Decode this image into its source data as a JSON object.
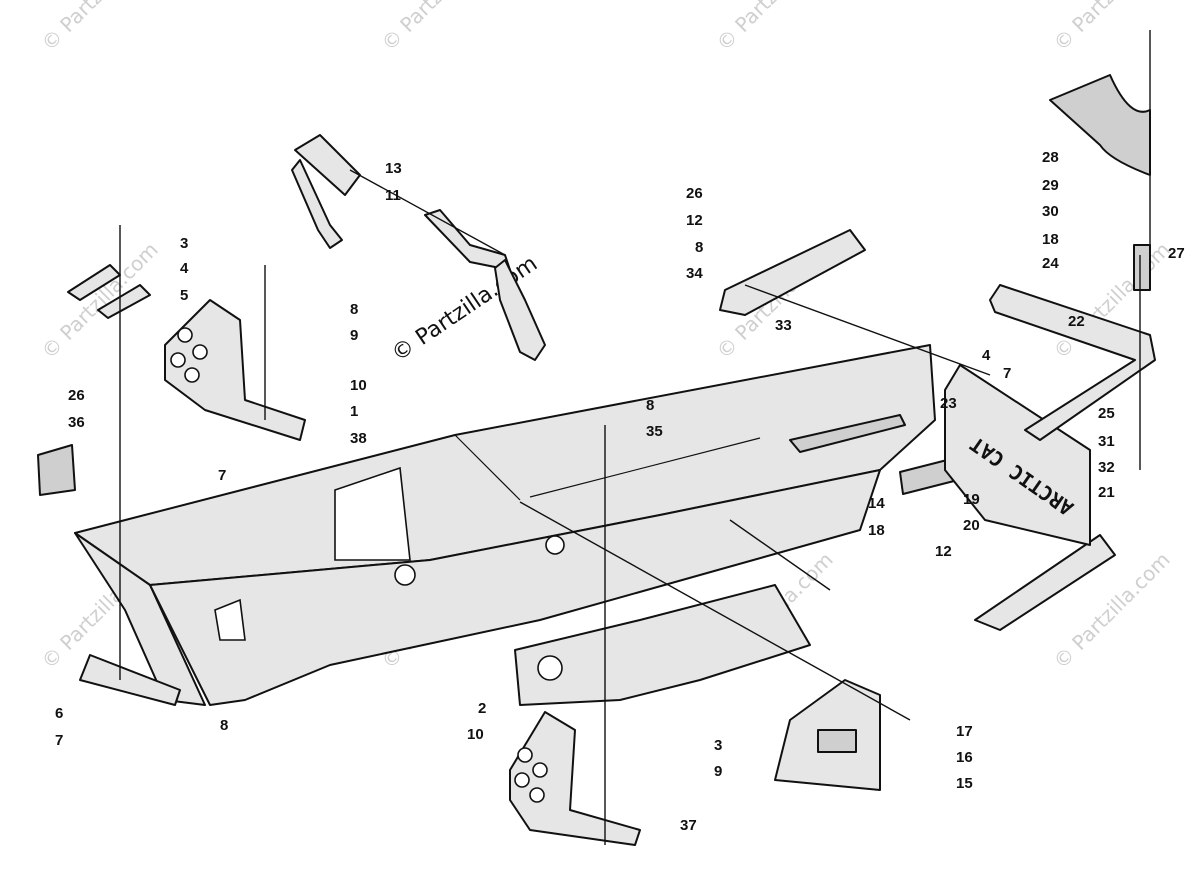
{
  "watermark": {
    "repeat_text": "© Partzilla.com",
    "center_text": "© Partzilla.com"
  },
  "decal_text": "ARCTIC CAT",
  "callouts": [
    {
      "id": "c1",
      "label": "1"
    },
    {
      "id": "c2",
      "label": "2"
    },
    {
      "id": "c3a",
      "label": "3"
    },
    {
      "id": "c3b",
      "label": "3"
    },
    {
      "id": "c4a",
      "label": "4"
    },
    {
      "id": "c4b",
      "label": "4"
    },
    {
      "id": "c5",
      "label": "5"
    },
    {
      "id": "c6",
      "label": "6"
    },
    {
      "id": "c7a",
      "label": "7"
    },
    {
      "id": "c7b",
      "label": "7"
    },
    {
      "id": "c7c",
      "label": "7"
    },
    {
      "id": "c8a",
      "label": "8"
    },
    {
      "id": "c8b",
      "label": "8"
    },
    {
      "id": "c8c",
      "label": "8"
    },
    {
      "id": "c8d",
      "label": "8"
    },
    {
      "id": "c9a",
      "label": "9"
    },
    {
      "id": "c9b",
      "label": "9"
    },
    {
      "id": "c10a",
      "label": "10"
    },
    {
      "id": "c10b",
      "label": "10"
    },
    {
      "id": "c11",
      "label": "11"
    },
    {
      "id": "c12a",
      "label": "12"
    },
    {
      "id": "c12b",
      "label": "12"
    },
    {
      "id": "c13",
      "label": "13"
    },
    {
      "id": "c14",
      "label": "14"
    },
    {
      "id": "c15",
      "label": "15"
    },
    {
      "id": "c16",
      "label": "16"
    },
    {
      "id": "c17",
      "label": "17"
    },
    {
      "id": "c18a",
      "label": "18"
    },
    {
      "id": "c18b",
      "label": "18"
    },
    {
      "id": "c19",
      "label": "19"
    },
    {
      "id": "c20",
      "label": "20"
    },
    {
      "id": "c21",
      "label": "21"
    },
    {
      "id": "c22",
      "label": "22"
    },
    {
      "id": "c23",
      "label": "23"
    },
    {
      "id": "c24",
      "label": "24"
    },
    {
      "id": "c25",
      "label": "25"
    },
    {
      "id": "c26a",
      "label": "26"
    },
    {
      "id": "c26b",
      "label": "26"
    },
    {
      "id": "c27",
      "label": "27"
    },
    {
      "id": "c28",
      "label": "28"
    },
    {
      "id": "c29",
      "label": "29"
    },
    {
      "id": "c30",
      "label": "30"
    },
    {
      "id": "c31",
      "label": "31"
    },
    {
      "id": "c32",
      "label": "32"
    },
    {
      "id": "c33",
      "label": "33"
    },
    {
      "id": "c34",
      "label": "34"
    },
    {
      "id": "c35",
      "label": "35"
    },
    {
      "id": "c36",
      "label": "36"
    },
    {
      "id": "c37",
      "label": "37"
    },
    {
      "id": "c38",
      "label": "38"
    }
  ]
}
